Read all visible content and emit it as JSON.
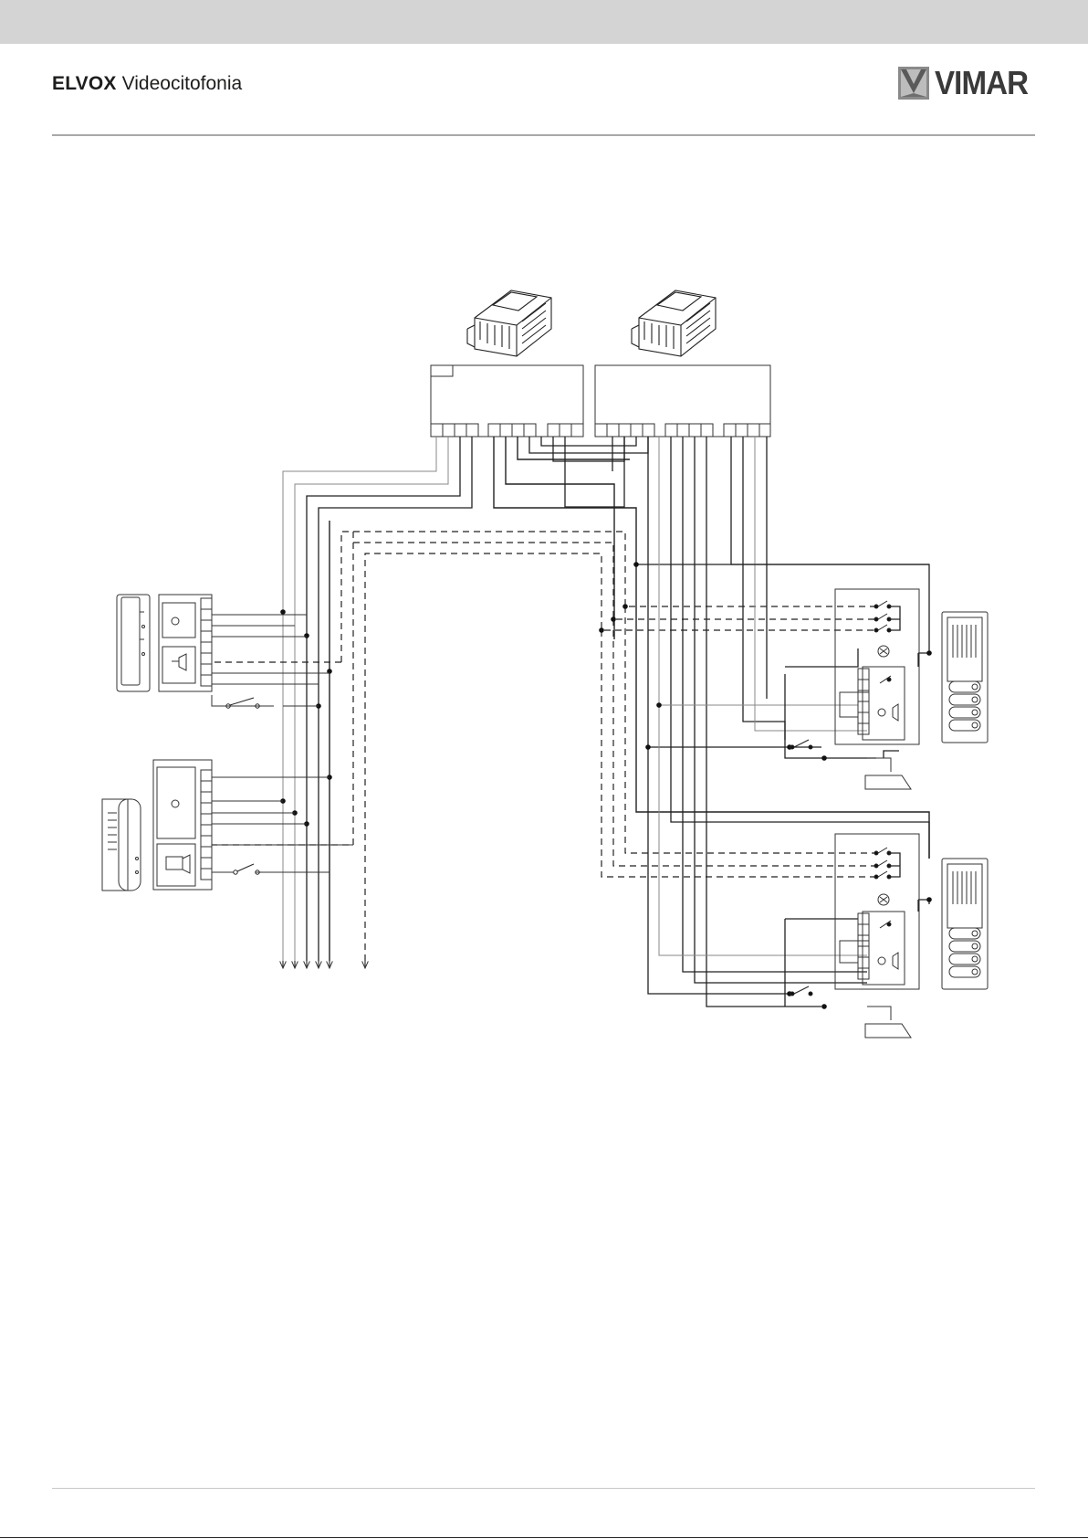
{
  "header": {
    "brand": "ELVOX",
    "product": "Videocitofonia",
    "logo_text": "VIMAR",
    "logo_icon": "vimar-logo-icon"
  },
  "diagram": {
    "type": "wiring-diagram",
    "components": [
      "power-supply-1",
      "power-supply-2",
      "terminal-block-1",
      "terminal-block-2",
      "intercom-handset-1",
      "intercom-handset-2",
      "entrance-panel-1",
      "entrance-panel-2",
      "electric-lock-1",
      "electric-lock-2"
    ]
  }
}
